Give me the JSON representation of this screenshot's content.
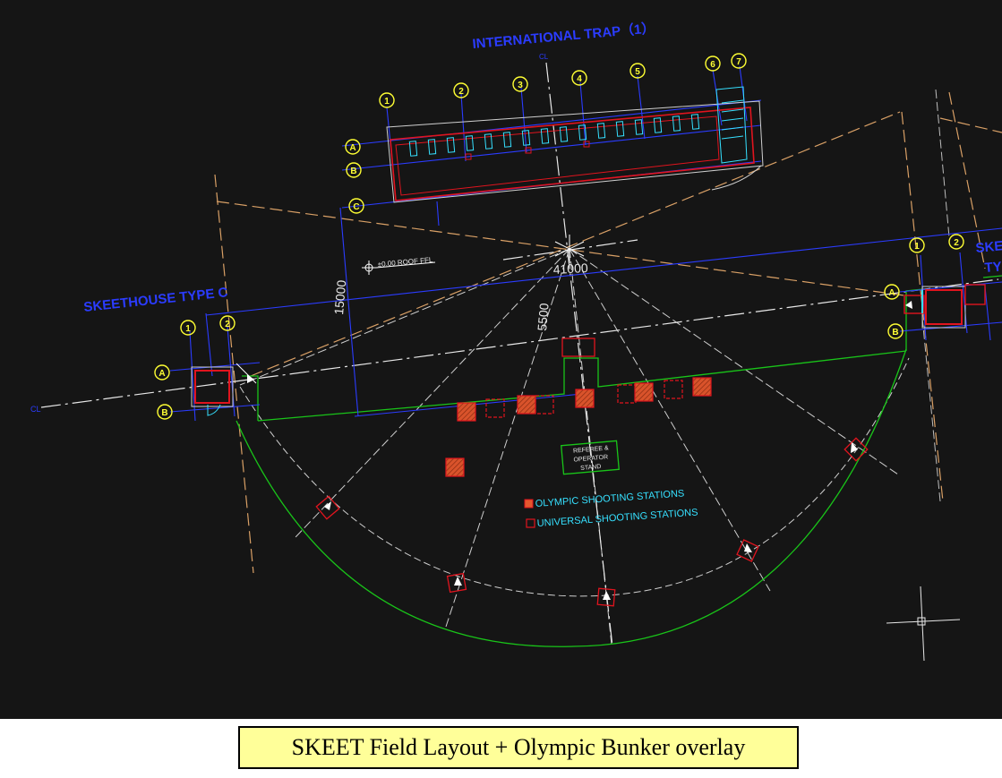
{
  "labels": {
    "international_trap": "INTERNATIONAL TRAP（1）",
    "skeethouse_left": "SKEETHOUSE TYPE C",
    "skeethouse_right_line1": "SKE",
    "skeethouse_right_line2": "TY",
    "roof_ffl": "±0.00  ROOF FFL",
    "dim_41000": "41000",
    "dim_15000": "15000",
    "dim_5500": "5500",
    "cl_left": "CL",
    "cl_top": "CL",
    "referee_line1": "REFEREE &",
    "referee_line2": "OPERATOR",
    "referee_line3": "STAND",
    "legend_olympic": "OLYMPIC SHOOTING STATIONS",
    "legend_universal": "UNIVERSAL SHOOTING STATIONS"
  },
  "grid_bubbles": {
    "trap_numbers": [
      "1",
      "2",
      "3",
      "4",
      "5",
      "6",
      "7"
    ],
    "trap_letters": [
      "A",
      "B",
      "C"
    ],
    "left_house_numbers": [
      "1",
      "2"
    ],
    "left_house_letters": [
      "A",
      "B"
    ],
    "right_house_numbers": [
      "1",
      "2"
    ],
    "right_house_letters": [
      "A",
      "B"
    ]
  },
  "caption": "SKEET Field Layout + Olympic Bunker overlay",
  "colors": {
    "background": "#151515",
    "blue_text": "#2b3cff",
    "green_line": "#19c419",
    "red_line": "#e0141e",
    "olympic_fill": "#e4572e",
    "cyan_text": "#36e0ff",
    "bubble_yellow": "#ffff33",
    "dashed_orange": "#d9a066",
    "caption_bg": "#ffff99"
  }
}
